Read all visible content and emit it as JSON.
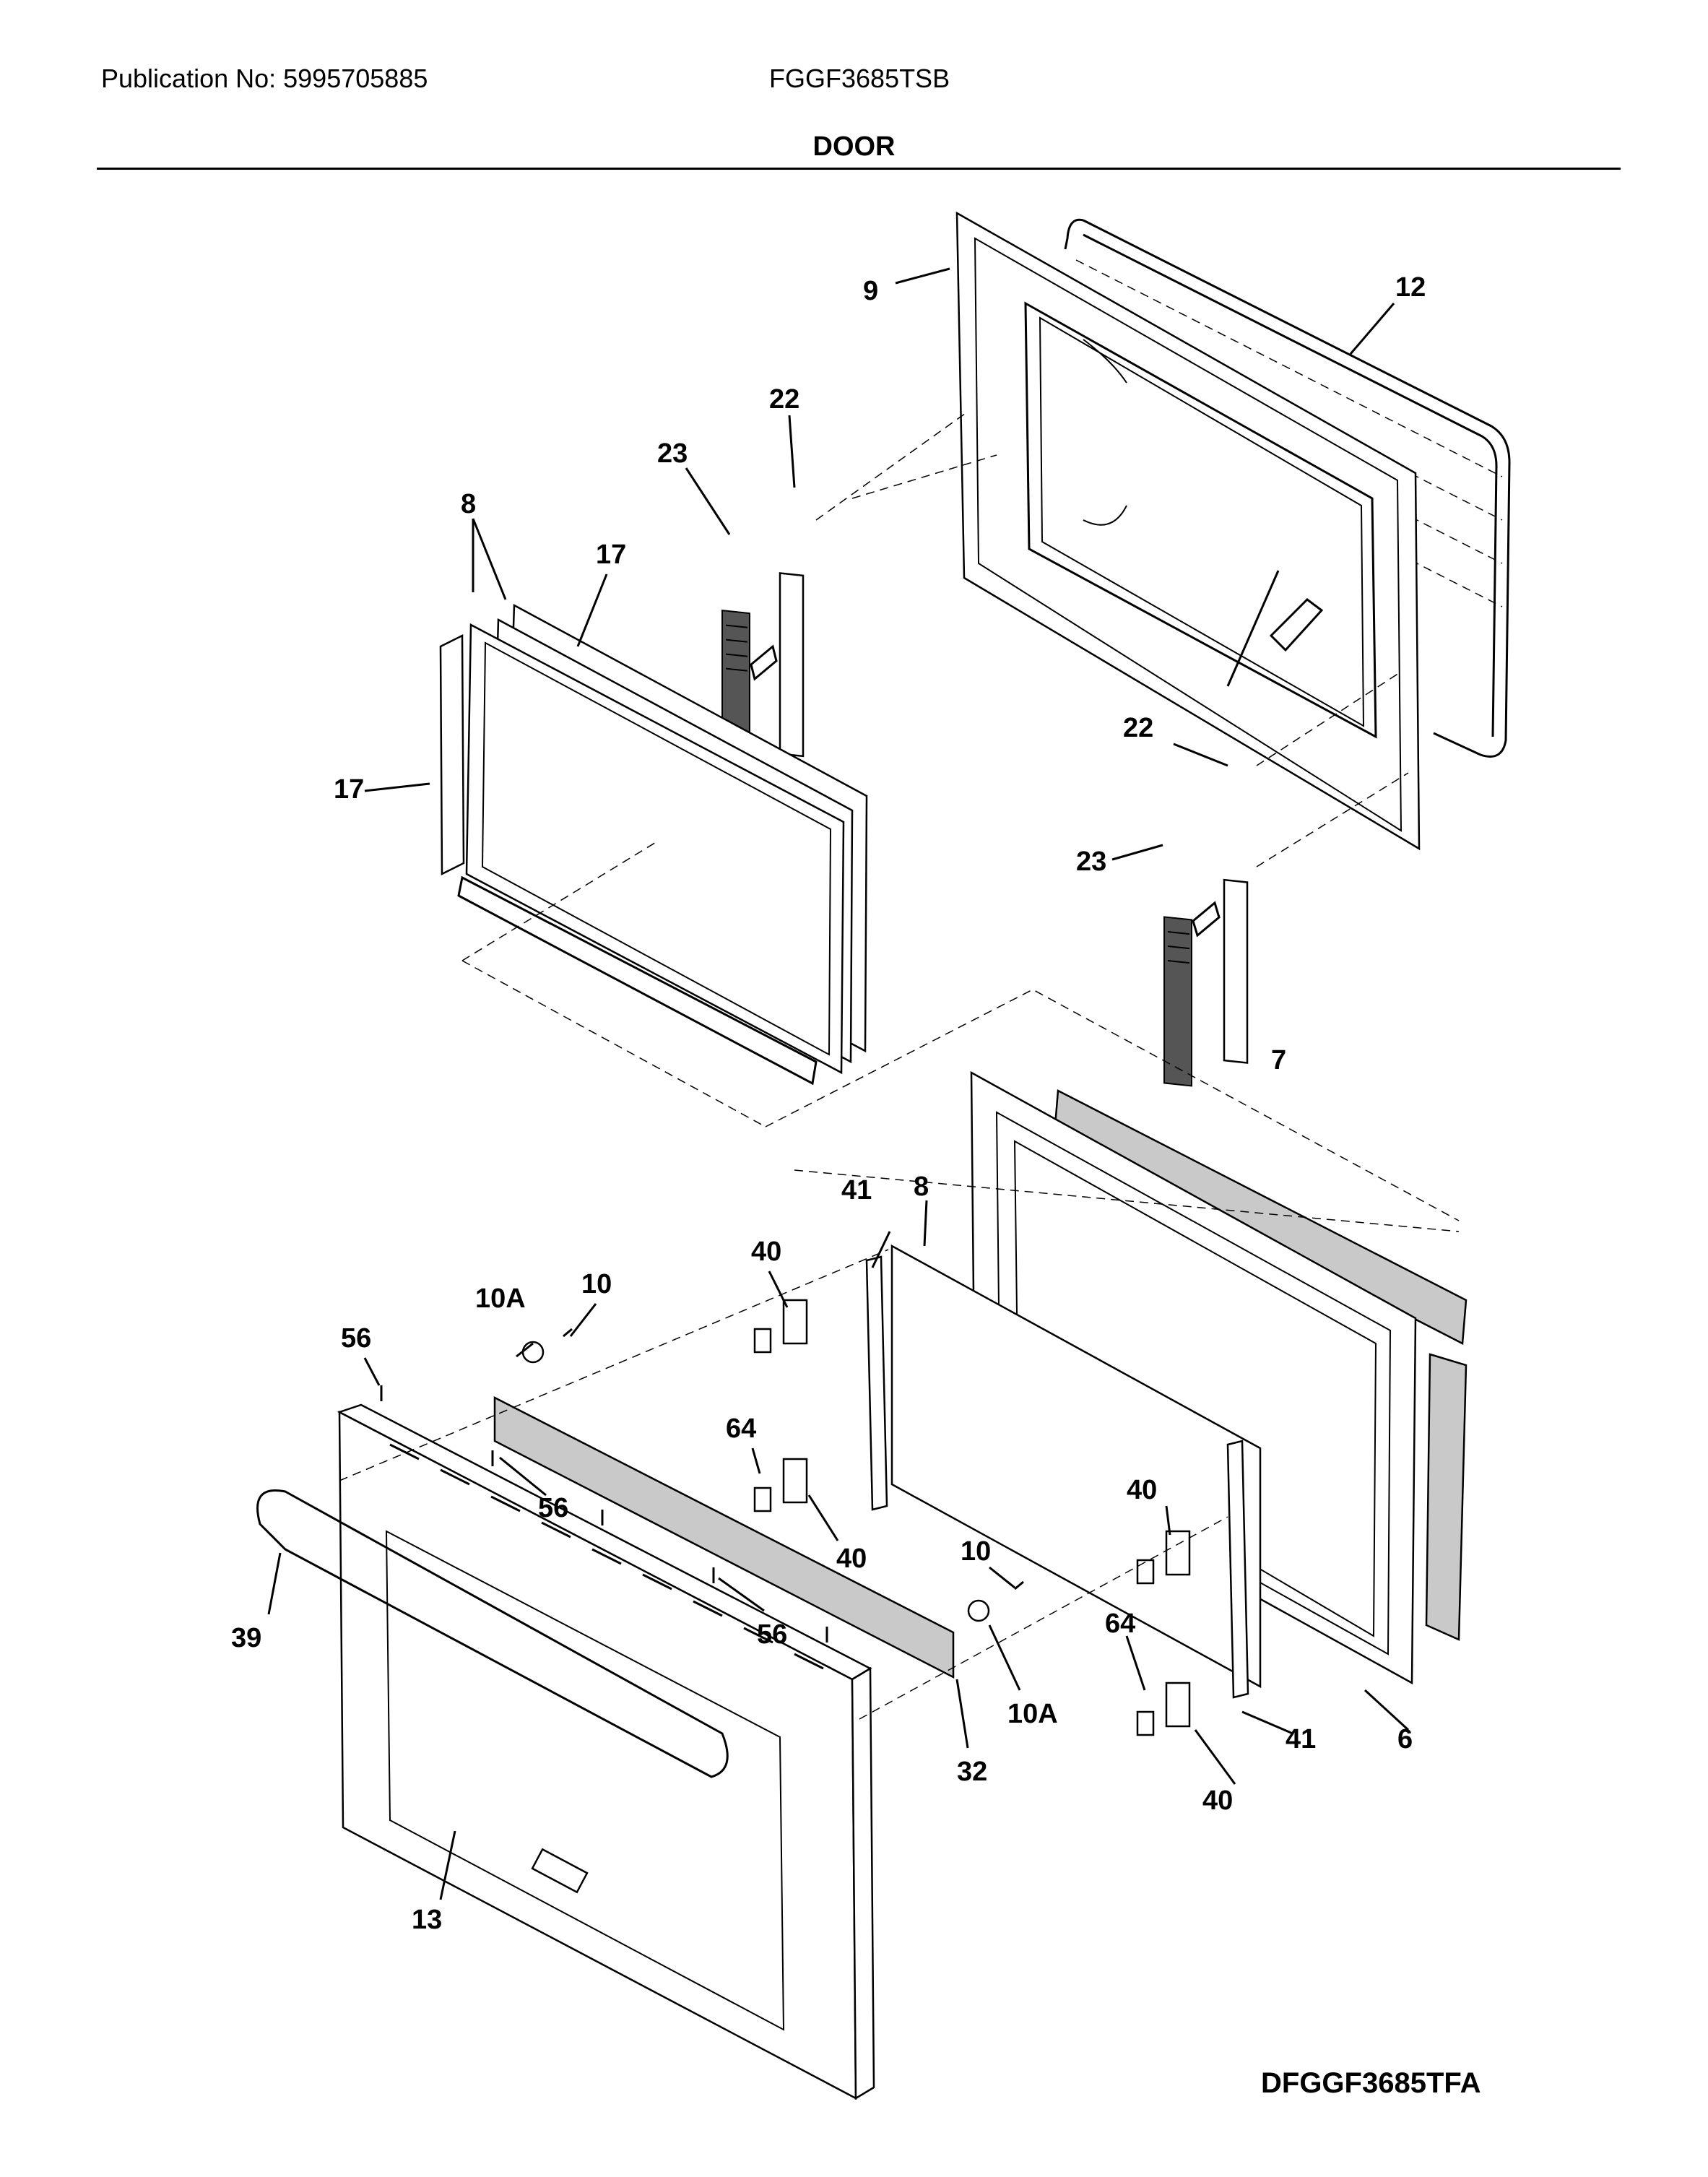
{
  "header": {
    "publication": "Publication No: 5995705885",
    "model": "FGGF3685TSB",
    "section_title": "DOOR"
  },
  "footer": {
    "diagram_code": "DFGGF3685TFA"
  },
  "callouts": {
    "c9": "9",
    "c12": "12",
    "c22a": "22",
    "c23a": "23",
    "c8a": "8",
    "c17a": "17",
    "c17b": "17",
    "c22b": "22",
    "c23b": "23",
    "c7": "7",
    "c41a": "41",
    "c8b": "8",
    "c40a": "40",
    "c10a": "10",
    "c10Aa": "10A",
    "c56a": "56",
    "c64a": "64",
    "c56b": "56",
    "c40b": "40",
    "c40c": "40",
    "c10b": "10",
    "c39": "39",
    "c56c": "56",
    "c10Ab": "10A",
    "c64b": "64",
    "c41b": "41",
    "c6": "6",
    "c32": "32",
    "c40d": "40",
    "c13": "13"
  }
}
